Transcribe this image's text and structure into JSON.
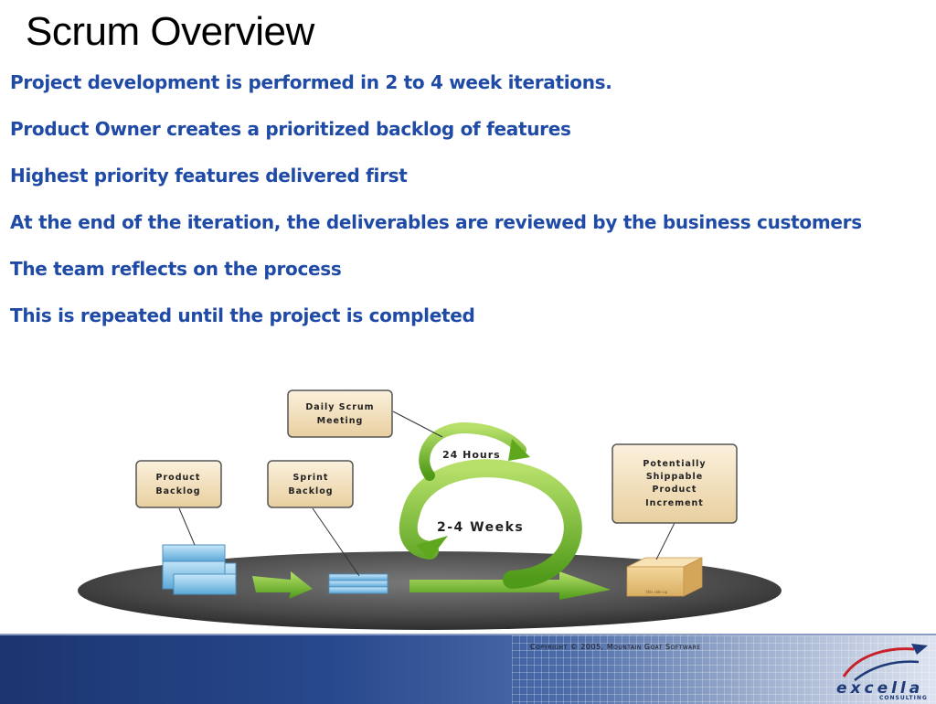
{
  "slide": {
    "title": "Scrum Overview",
    "bullets": [
      "Project development is performed in 2 to 4 week iterations.",
      "Product Owner creates a prioritized backlog of features",
      "Highest priority features delivered first",
      "At the end of the iteration, the deliverables are reviewed by the business customers",
      "The team reflects on the process",
      "This is repeated until the project is completed"
    ]
  },
  "diagram": {
    "product_backlog": [
      "Product",
      "Backlog"
    ],
    "sprint_backlog": [
      "Sprint",
      "Backlog"
    ],
    "daily_scrum": [
      "Daily Scrum",
      "Meeting"
    ],
    "increment": [
      "Potentially",
      "Shippable",
      "Product",
      "Increment"
    ],
    "cycle_24h": "24 Hours",
    "cycle_weeks": "2-4 Weeks",
    "box_stamp": "this side up"
  },
  "footer": {
    "copyright": "Copyright © 2005, Mountain Goat Software",
    "logo_name": "excella",
    "logo_tagline": "CONSULTING"
  },
  "colors": {
    "bullet_text": "#1f4aa5",
    "callout_fill": "#f3e3c4",
    "arrow_green": "#7cbf2a",
    "backlog_blue": "#8cc6ea"
  }
}
